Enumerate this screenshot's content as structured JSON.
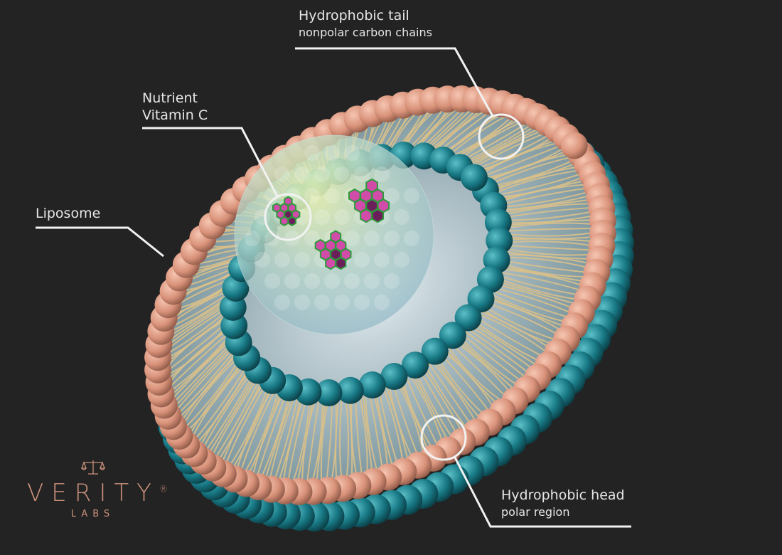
{
  "labels": {
    "tail_title": "Hydrophobic tail",
    "tail_sub": "nonpolar carbon chains",
    "nutrient_title": "Nutrient",
    "nutrient_sub": "Vitamin C",
    "liposome": "Liposome",
    "head_title": "Hydrophobic head",
    "head_sub": "polar region"
  },
  "logo": {
    "name": "VERITY",
    "registered": "®",
    "sub": "LABS",
    "icon": "scales-icon"
  },
  "colors": {
    "background": "#232323",
    "head_outer": "#d9987f",
    "head_inner": "#1b7f8c",
    "tail": "#d9c08a",
    "payload": "#d04ca8",
    "logo": "#c9907a"
  }
}
